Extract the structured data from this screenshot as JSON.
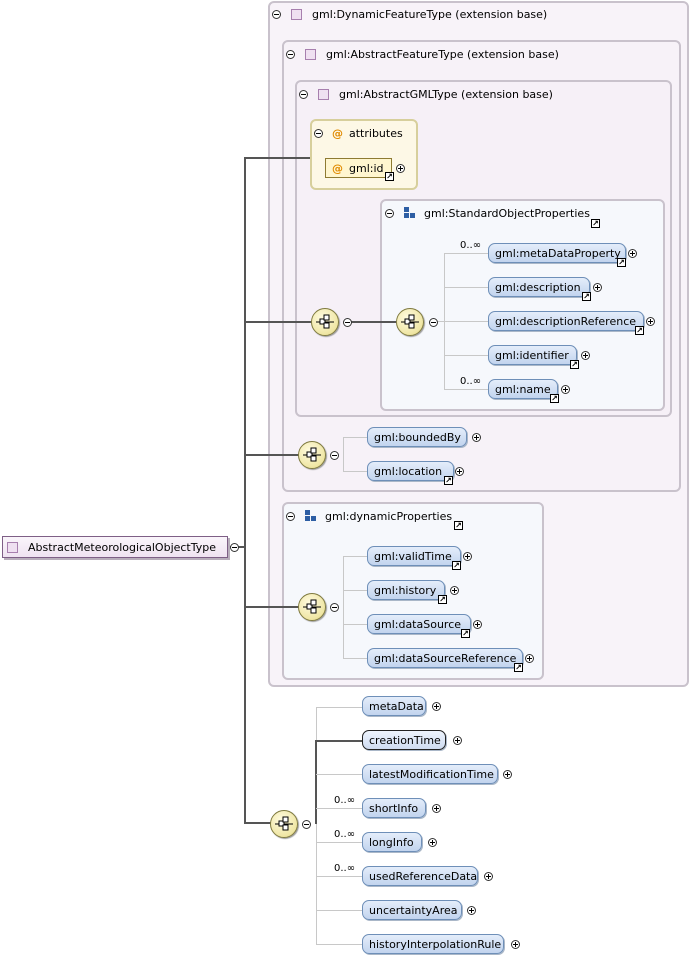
{
  "dynamic_feature_type": {
    "label": "gml:DynamicFeatureType (extension base)"
  },
  "abstract_feature_type": {
    "label": "gml:AbstractFeatureType (extension base)"
  },
  "abstract_gml_type": {
    "label": "gml:AbstractGMLType (extension base)"
  },
  "attributes": {
    "label": "attributes",
    "items": [
      "gml:id"
    ]
  },
  "standard_object_properties": {
    "label": "gml:StandardObjectProperties",
    "elements": [
      {
        "label": "gml:metaDataProperty",
        "multiplicity": "0..∞"
      },
      {
        "label": "gml:description",
        "multiplicity": ""
      },
      {
        "label": "gml:descriptionReference",
        "multiplicity": ""
      },
      {
        "label": "gml:identifier",
        "multiplicity": ""
      },
      {
        "label": "gml:name",
        "multiplicity": "0..∞"
      }
    ]
  },
  "feature_elements": [
    "gml:boundedBy",
    "gml:location"
  ],
  "dynamic_properties": {
    "label": "gml:dynamicProperties",
    "elements": [
      "gml:validTime",
      "gml:history",
      "gml:dataSource",
      "gml:dataSourceReference"
    ]
  },
  "root": {
    "label": "AbstractMeteorologicalObjectType"
  },
  "own_elements": [
    {
      "label": "metaData",
      "multiplicity": ""
    },
    {
      "label": "creationTime",
      "multiplicity": ""
    },
    {
      "label": "latestModificationTime",
      "multiplicity": ""
    },
    {
      "label": "shortInfo",
      "multiplicity": "0..∞"
    },
    {
      "label": "longInfo",
      "multiplicity": "0..∞"
    },
    {
      "label": "usedReferenceData",
      "multiplicity": "0..∞"
    },
    {
      "label": "uncertaintyArea",
      "multiplicity": ""
    },
    {
      "label": "historyInterpolationRule",
      "multiplicity": ""
    }
  ]
}
